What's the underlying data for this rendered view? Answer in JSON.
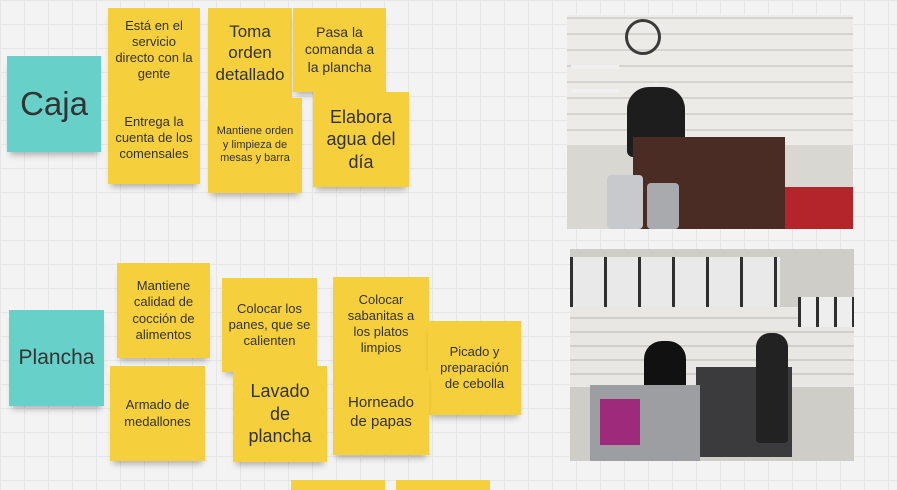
{
  "board": {
    "groups": [
      {
        "header": "Caja",
        "notes": [
          "Está en el servicio directo con la gente",
          "Toma orden detallado",
          "Pasa la comanda a la plancha",
          "Entrega la cuenta de los comensales",
          "Mantiene orden y limpieza de mesas y barra",
          "Elabora agua del día"
        ]
      },
      {
        "header": "Plancha",
        "notes": [
          "Mantiene calidad de cocción de alimentos",
          "Colocar los panes, que se calienten",
          "Colocar sabanitas a los platos limpios",
          "Picado y preparación de cebolla",
          "Armado de medallones",
          "Lavado de plancha",
          "Horneado de papas"
        ]
      }
    ],
    "colors": {
      "note": "#f5cf3c",
      "header": "#67d1c9",
      "canvas": "#f3f3f3"
    }
  }
}
